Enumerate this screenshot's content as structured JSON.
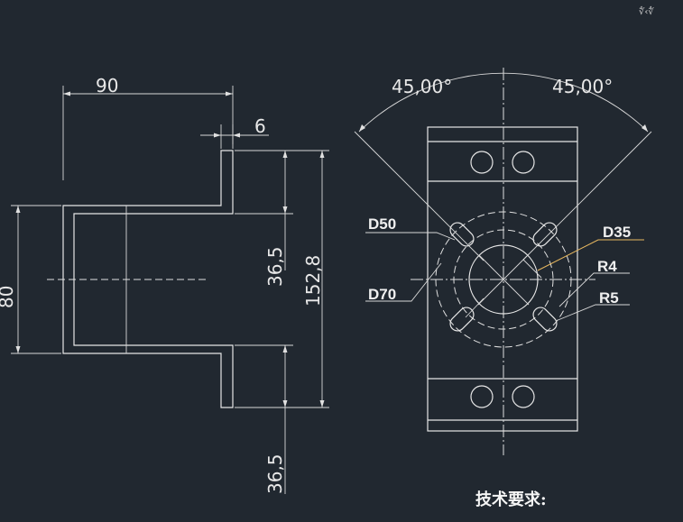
{
  "corner_mark": "∜‹∜",
  "side_view": {
    "dim_width": "90",
    "dim_thickness": "6",
    "dim_height": "80",
    "dim_flange_top": "36,5",
    "dim_total": "152,8",
    "dim_flange_bottom": "36,5"
  },
  "front_view": {
    "angle_left": "45,00°",
    "angle_right": "45,00°",
    "label_d50": "D50",
    "label_d70": "D70",
    "label_d35": "D35",
    "label_r4": "R4",
    "label_r5": "R5"
  },
  "notes": {
    "title": "技术要求:"
  }
}
